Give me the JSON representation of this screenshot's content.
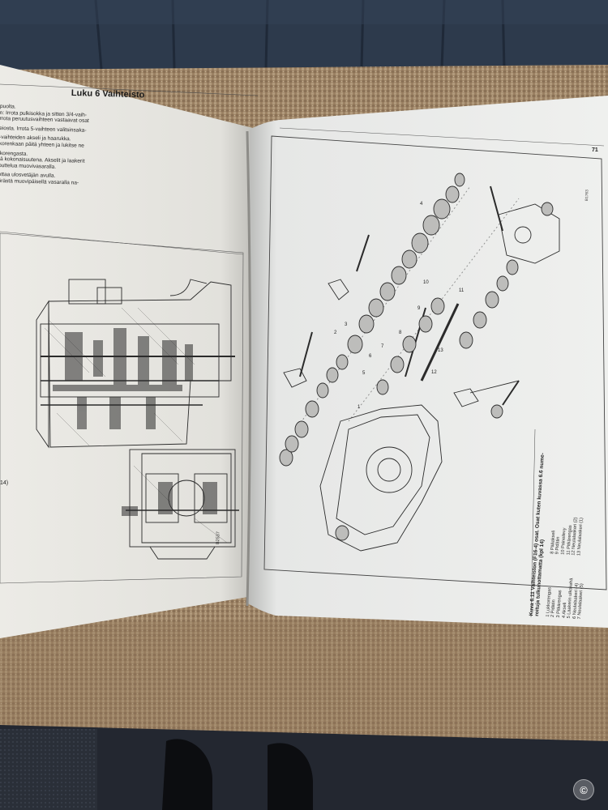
{
  "left_page": {
    "header": "Luku 6  Vaihteisto",
    "lines": [
      "puolta.",
      "n: Irrota pulkisokka ja sitten 3/4-vaih-",
      "rrota peruutusvaihteen vastaavat osat",
      "",
      "eiosta. Irrota 5-vaihteen valitsinsaka-",
      "",
      "-vaihteiden akseli ja haarukka.",
      "korenkaan päitä yhteen ja lukitse ne",
      "",
      "ikorengasta.",
      "tä kokonaisuutena. Akselit ja laakerit",
      "puttelua muovivasaralla.",
      "",
      "ottaa ulosvetäjän avulla.",
      "örästä muovipäisellä vasaralla na-"
    ],
    "figure_ref": "14)",
    "figure_code": "B2537"
  },
  "right_page": {
    "page_number": "71",
    "figure_code": "B1763",
    "caption_title": "Kuva 6.11 Vaihteiston (F16-4) osat. Osat kuten kuvassa 6.6 nume-",
    "caption_line2": "roituja tulkunottamatta (kpl 14)",
    "legend_left": [
      "1 Lukkorengas",
      "2 Pidätin",
      "3 Pitkärengas",
      "4 Akseli",
      "5 Laakerin ulkokehä",
      "6 Neulalaakeri (4)",
      "7 Neulalaakeri (5)"
    ],
    "legend_right": [
      "8 Pääakseli",
      "9 Pidätin",
      "10 Paineilevy",
      "11 Pitkärengas",
      "12 Neulalaakeri (2)",
      "13 Neulalaakeri (1)"
    ],
    "callouts": [
      "1",
      "2",
      "3",
      "4",
      "5",
      "6",
      "7",
      "8",
      "9",
      "10",
      "11",
      "12",
      "13"
    ]
  },
  "watermark": "©"
}
